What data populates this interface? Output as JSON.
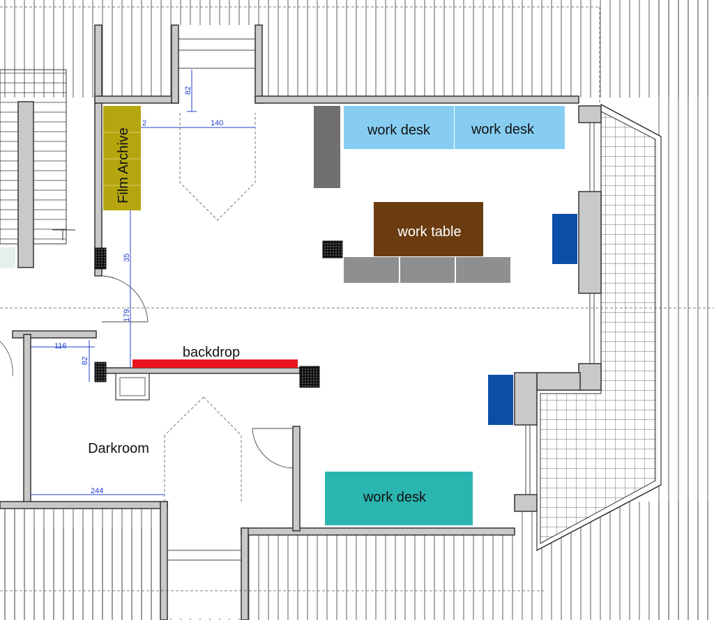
{
  "labels": {
    "film_archive": "Film Archive",
    "work_desk_1": "work desk",
    "work_desk_2": "work desk",
    "work_desk_3": "work desk",
    "work_table": "work table",
    "backdrop": "backdrop",
    "darkroom": "Darkroom"
  },
  "dimensions": {
    "d82_top": "82",
    "d2": "2",
    "d140": "140",
    "d35": "35",
    "d179": "179",
    "d116": "116",
    "d82_left": "82",
    "d244": "244"
  },
  "colors": {
    "film_archive": "#b5a60f",
    "work_desk_light": "#87cdf2",
    "work_desk_teal": "#2ab5b0",
    "work_table": "#6b3c10",
    "backdrop": "#e8141e",
    "dark_gray": "#707070",
    "light_gray": "#8f8f8f",
    "blue": "#0b4ea8",
    "wall_fill": "#c9c9c9",
    "dimension": "#1f3fd0"
  }
}
